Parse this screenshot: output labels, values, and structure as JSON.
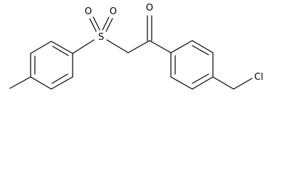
{
  "molecule": {
    "labels": {
      "carbonyl_oxygen": "O",
      "sulfonyl_oxygen_left": "O",
      "sulfonyl_oxygen_right": "O",
      "sulfur": "S",
      "chlorine": "Cl"
    }
  }
}
